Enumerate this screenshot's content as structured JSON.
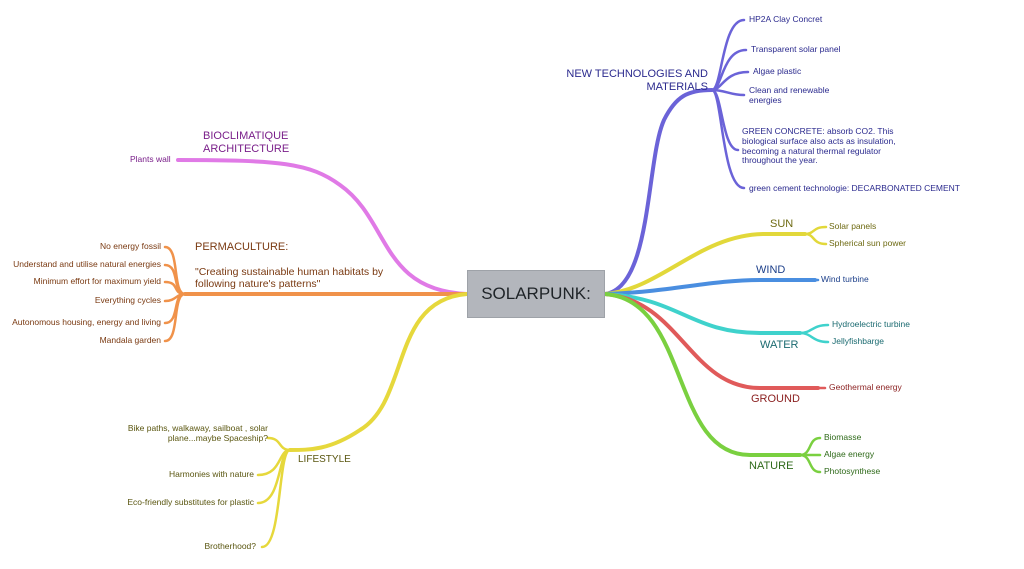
{
  "title": "SOLARPUNK:",
  "colors": {
    "tech": "#6b63d8",
    "sun": "#e2d83a",
    "wind": "#4a8ee0",
    "water": "#3fd2cc",
    "ground": "#e05a5a",
    "nature": "#7ad040",
    "bioclimatique": "#e07ae6",
    "permaculture": "#f0924a",
    "lifestyle": "#e6d83c"
  },
  "branches": {
    "tech": {
      "label": "NEW TECHNOLOGIES AND MATERIALS",
      "items": [
        "HP2A Clay Concret",
        "Transparent solar panel",
        "Algae plastic",
        "Clean and renewable energies",
        "GREEN CONCRETE: absorb CO2. This biological surface also acts as insulation, becoming a natural thermal regulator throughout the year.",
        "green cement technologie: DECARBONATED CEMENT"
      ]
    },
    "sun": {
      "label": "SUN",
      "items": [
        "Solar panels",
        "Spherical sun power"
      ]
    },
    "wind": {
      "label": "WIND",
      "items": [
        "Wind turbine"
      ]
    },
    "water": {
      "label": "WATER",
      "items": [
        "Hydroelectric turbine",
        "Jellyfishbarge"
      ]
    },
    "ground": {
      "label": "GROUND",
      "items": [
        "Geothermal energy"
      ]
    },
    "nature": {
      "label": "NATURE",
      "items": [
        "Biomasse",
        "Algae energy",
        "Photosynthese"
      ]
    },
    "bioclimatique": {
      "label": "BIOCLIMATIQUE ARCHITECTURE",
      "items": [
        "Plants wall"
      ]
    },
    "permaculture": {
      "label": "PERMACULTURE:",
      "quote": "\"Creating sustainable human habitats by following nature's patterns\"",
      "items": [
        "No energy fossil",
        "Understand and utilise natural energies",
        "Minimum effort for maximum yield",
        "Everything cycles",
        "Autonomous housing, energy and living",
        "Mandala garden"
      ]
    },
    "lifestyle": {
      "label": "LIFESTYLE",
      "items": [
        "Bike paths, walkaway, sailboat , solar plane...maybe Spaceship?",
        "Harmonies with nature",
        "Eco-friendly substitutes for plastic",
        "Brotherhood?"
      ]
    }
  }
}
